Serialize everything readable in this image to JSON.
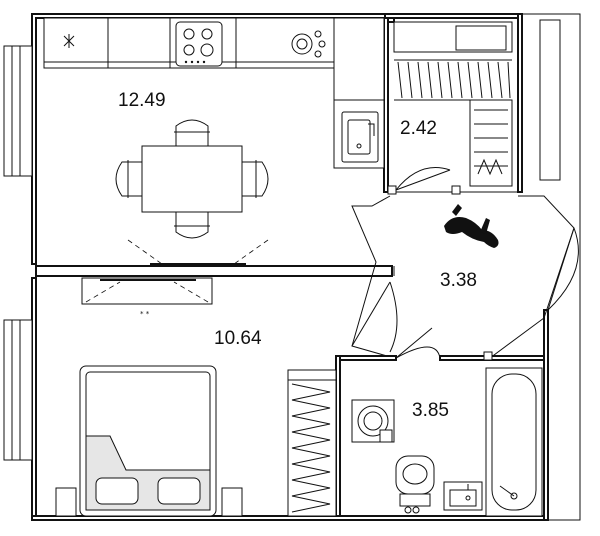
{
  "rooms": [
    {
      "id": "kitchen-living",
      "area": "12.49"
    },
    {
      "id": "wardrobe",
      "area": "2.42"
    },
    {
      "id": "hallway",
      "area": "3.38"
    },
    {
      "id": "bedroom",
      "area": "10.64"
    },
    {
      "id": "bathroom",
      "area": "3.85"
    }
  ],
  "colors": {
    "line": "#111111",
    "background": "#ffffff",
    "fill_grey": "#e6e6e6"
  }
}
